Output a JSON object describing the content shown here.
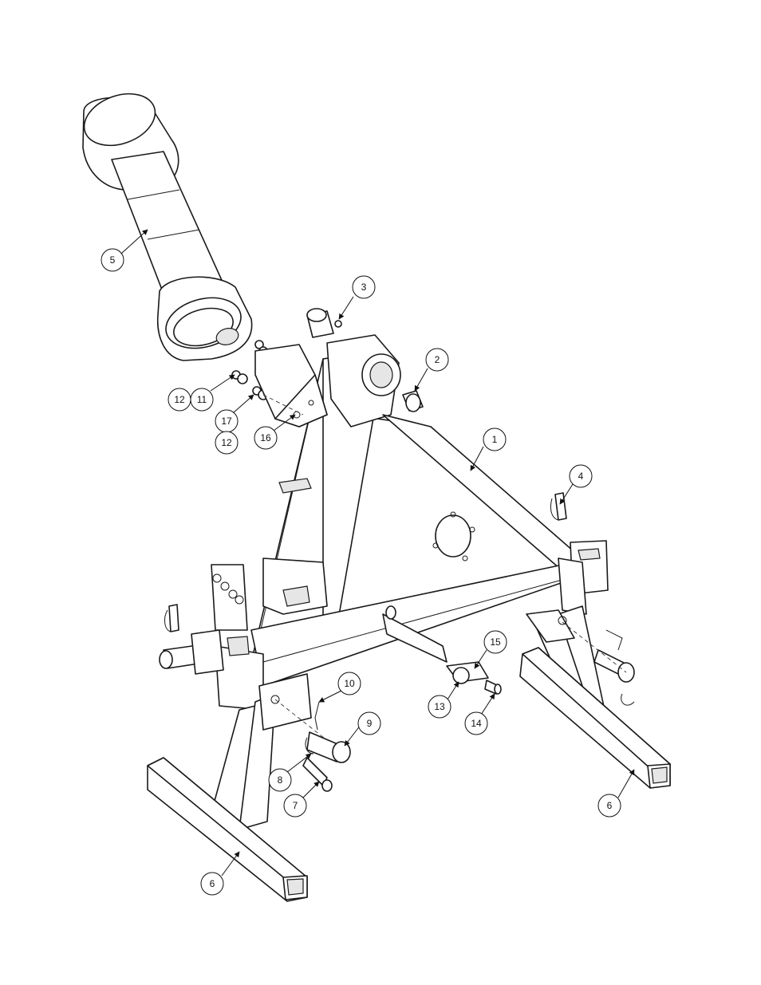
{
  "callouts": {
    "c1": "1",
    "c2": "2",
    "c3": "3",
    "c4": "4",
    "c5": "5",
    "c6a": "6",
    "c6b": "6",
    "c7": "7",
    "c8": "8",
    "c9": "9",
    "c10": "10",
    "c11": "11",
    "c12a": "12",
    "c12b": "12",
    "c13": "13",
    "c14": "14",
    "c15": "15",
    "c16": "16",
    "c17": "17"
  },
  "colors": {
    "line": "#1a1a1a",
    "background": "#ffffff",
    "shade": "#e6e6e6"
  }
}
